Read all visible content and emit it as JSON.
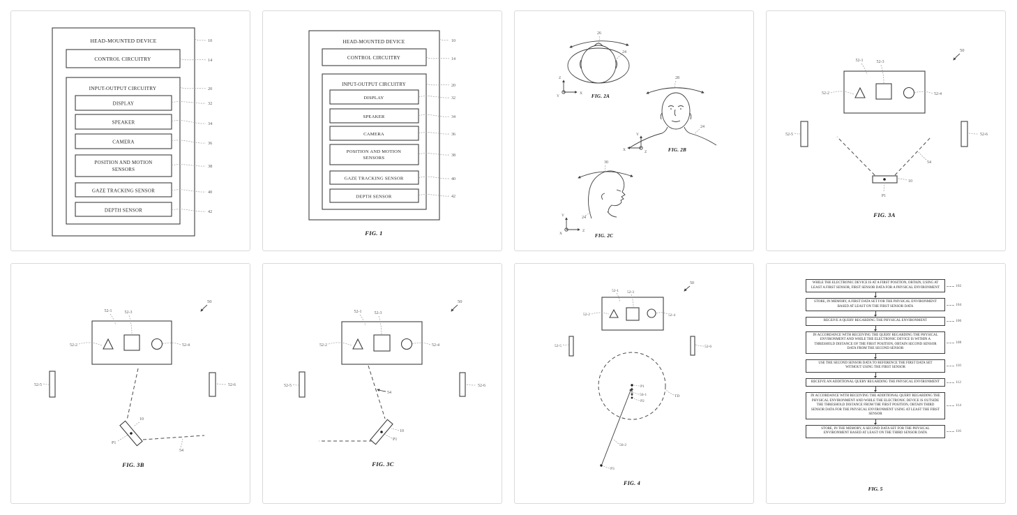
{
  "colors": {
    "background": "#ffffff",
    "panel_border": "#d9d9d9",
    "ink": "#3c3c3c",
    "leader": "#9a9a9a"
  },
  "fig1_large": {
    "device_title": "HEAD-MOUNTED DEVICE",
    "control_label": "CONTROL CIRCUITRY",
    "io_label": "INPUT-OUTPUT CIRCUITRY",
    "components": [
      [
        "DISPLAY"
      ],
      [
        "SPEAKER"
      ],
      [
        "CAMERA"
      ],
      [
        "POSITION AND MOTION",
        "SENSORS"
      ],
      [
        "GAZE TRACKING SENSOR"
      ],
      [
        "DEPTH SENSOR"
      ]
    ],
    "refs": {
      "device": "10",
      "control": "14",
      "io": "20",
      "components": [
        "32",
        "34",
        "36",
        "38",
        "40",
        "42"
      ]
    }
  },
  "fig1": {
    "caption": "FIG. 1",
    "device_title": "HEAD-MOUNTED DEVICE",
    "control_label": "CONTROL CIRCUITRY",
    "io_label": "INPUT-OUTPUT CIRCUITRY",
    "components": [
      [
        "DISPLAY"
      ],
      [
        "SPEAKER"
      ],
      [
        "CAMERA"
      ],
      [
        "POSITION AND MOTION",
        "SENSORS"
      ],
      [
        "GAZE TRACKING SENSOR"
      ],
      [
        "DEPTH SENSOR"
      ]
    ],
    "refs": {
      "device": "10",
      "control": "14",
      "io": "20",
      "components": [
        "32",
        "34",
        "36",
        "38",
        "40",
        "42"
      ]
    }
  },
  "fig2": {
    "a": {
      "caption": "FIG. 2A",
      "rotation_ref": "26",
      "head_ref": "24",
      "axis_up": "Z",
      "axis_right": "X",
      "axis_origin": "Y"
    },
    "b": {
      "caption": "FIG. 2B",
      "rotation_ref": "28",
      "head_ref": "24",
      "axis_up": "Y",
      "axis_left": "X",
      "axis_origin": "Z"
    },
    "c": {
      "caption": "FIG. 2C",
      "rotation_ref": "30",
      "head_ref": "24",
      "axis_up": "Y",
      "axis_right": "Z",
      "axis_origin": "X"
    }
  },
  "fig3a": {
    "caption": "FIG. 3A",
    "system_ref": "50",
    "display_ref": "52-1",
    "triangle_ref": "52-2",
    "square_ref": "52-3",
    "circle_ref": "52-4",
    "left_ref": "52-5",
    "right_ref": "52-6",
    "line_ref": "54",
    "device_ref": "10",
    "point_label": "P1"
  },
  "fig3b": {
    "caption": "FIG. 3B",
    "system_ref": "50",
    "display_ref": "52-1",
    "triangle_ref": "52-2",
    "square_ref": "52-3",
    "circle_ref": "52-4",
    "left_ref": "52-5",
    "right_ref": "52-6",
    "line_ref": "54",
    "device_ref": "10",
    "point_label": "P1"
  },
  "fig3c": {
    "caption": "FIG. 3C",
    "system_ref": "50",
    "display_ref": "52-1",
    "triangle_ref": "52-2",
    "square_ref": "52-3",
    "circle_ref": "52-4",
    "left_ref": "52-5",
    "right_ref": "52-6",
    "line_ref": "54",
    "device_ref": "10",
    "point_label": "P1"
  },
  "fig4": {
    "caption": "FIG. 4",
    "system_ref": "50",
    "display_ref": "52-1",
    "triangle_ref": "52-2",
    "square_ref": "52-3",
    "circle_ref": "52-4",
    "left_ref": "52-5",
    "right_ref": "52-6",
    "threshold_label": "TD",
    "p1": "P1",
    "p2": "P2",
    "p3": "P3",
    "move1_ref": "56-1",
    "move2_ref": "56-2"
  },
  "fig5": {
    "caption": "FIG. 5",
    "steps": [
      {
        "text": "WHILE THE ELECTRONIC DEVICE IS AT A FIRST POSITION, OBTAIN, USING AT LEAST A FIRST SENSOR, FIRST SENSOR DATA FOR A PHYSICAL ENVIRONMENT",
        "ref": "102"
      },
      {
        "text": "STORE, IN MEMORY, A FIRST DATA SET FOR THE PHYSICAL ENVIRONMENT BASED AT LEAST ON THE FIRST SENSOR DATA",
        "ref": "104"
      },
      {
        "text": "RECEIVE A QUERY REGARDING THE PHYSICAL ENVIRONMENT",
        "ref": "106"
      },
      {
        "text": "IN ACCORDANCE WITH RECEIVING THE QUERY REGARDING THE PHYSICAL ENVIRONMENT AND WHILE THE ELECTRONIC DEVICE IS WITHIN A THRESHOLD DISTANCE OF THE FIRST POSITION, OBTAIN SECOND SENSOR DATA FROM THE SECOND SENSOR",
        "ref": "108"
      },
      {
        "text": "USE THE SECOND SENSOR DATA TO REFERENCE THE FIRST DATA SET WITHOUT USING THE FIRST SENSOR",
        "ref": "110"
      },
      {
        "text": "RECEIVE AN ADDITIONAL QUERY REGARDING THE PHYSICAL ENVIRONMENT",
        "ref": "112"
      },
      {
        "text": "IN ACCORDANCE WITH RECEIVING THE ADDITIONAL QUERY REGARDING THE PHYSICAL ENVIRONMENT AND WHILE THE ELECTRONIC DEVICE IS OUTSIDE THE THRESHOLD DISTANCE FROM THE FIRST POSITION, OBTAIN THIRD SENSOR DATA FOR THE PHYSICAL ENVIRONMENT USING AT LEAST THE FIRST SENSOR",
        "ref": "114"
      },
      {
        "text": "STORE, IN THE MEMORY, A SECOND DATA SET FOR THE PHYSICAL ENVIRONMENT BASED AT LEAST ON THE THIRD SENSOR DATA",
        "ref": "116"
      }
    ]
  }
}
